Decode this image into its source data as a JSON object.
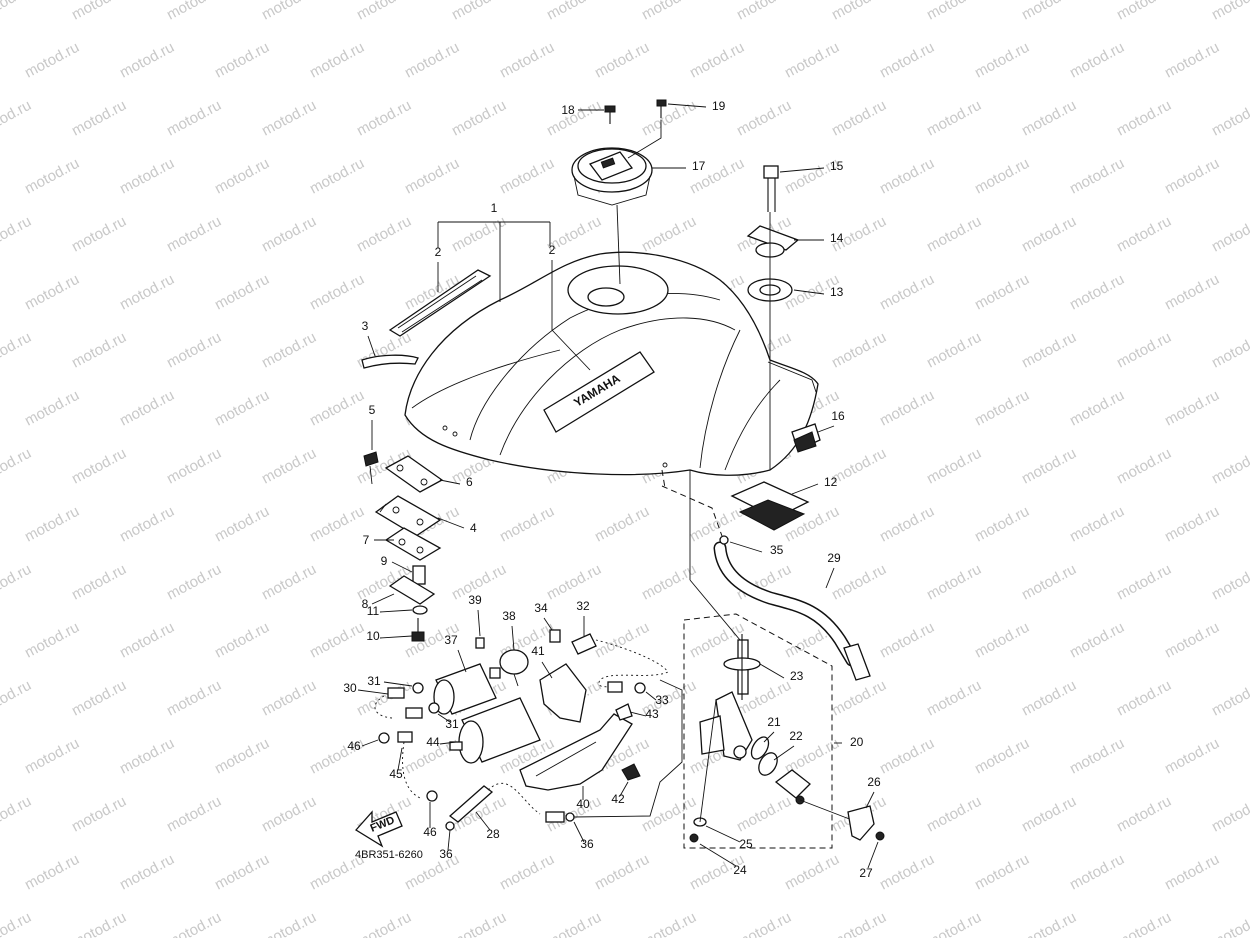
{
  "diagram": {
    "watermark_text": "motod.ru",
    "drawing_code": "4BR351-6260",
    "logo_text": "YAMAHA",
    "fwd_text": "FWD"
  },
  "callouts": [
    {
      "num": "1"
    },
    {
      "num": "2"
    },
    {
      "num": "2"
    },
    {
      "num": "3"
    },
    {
      "num": "4"
    },
    {
      "num": "5"
    },
    {
      "num": "6"
    },
    {
      "num": "7"
    },
    {
      "num": "8"
    },
    {
      "num": "9"
    },
    {
      "num": "10"
    },
    {
      "num": "11"
    },
    {
      "num": "12"
    },
    {
      "num": "13"
    },
    {
      "num": "14"
    },
    {
      "num": "15"
    },
    {
      "num": "16"
    },
    {
      "num": "17"
    },
    {
      "num": "18"
    },
    {
      "num": "19"
    },
    {
      "num": "20"
    },
    {
      "num": "21"
    },
    {
      "num": "22"
    },
    {
      "num": "23"
    },
    {
      "num": "24"
    },
    {
      "num": "25"
    },
    {
      "num": "26"
    },
    {
      "num": "27"
    },
    {
      "num": "28"
    },
    {
      "num": "29"
    },
    {
      "num": "30"
    },
    {
      "num": "31"
    },
    {
      "num": "31"
    },
    {
      "num": "32"
    },
    {
      "num": "33"
    },
    {
      "num": "34"
    },
    {
      "num": "35"
    },
    {
      "num": "36"
    },
    {
      "num": "36"
    },
    {
      "num": "37"
    },
    {
      "num": "38"
    },
    {
      "num": "39"
    },
    {
      "num": "40"
    },
    {
      "num": "41"
    },
    {
      "num": "42"
    },
    {
      "num": "43"
    },
    {
      "num": "44"
    },
    {
      "num": "45"
    },
    {
      "num": "46"
    },
    {
      "num": "46"
    }
  ]
}
